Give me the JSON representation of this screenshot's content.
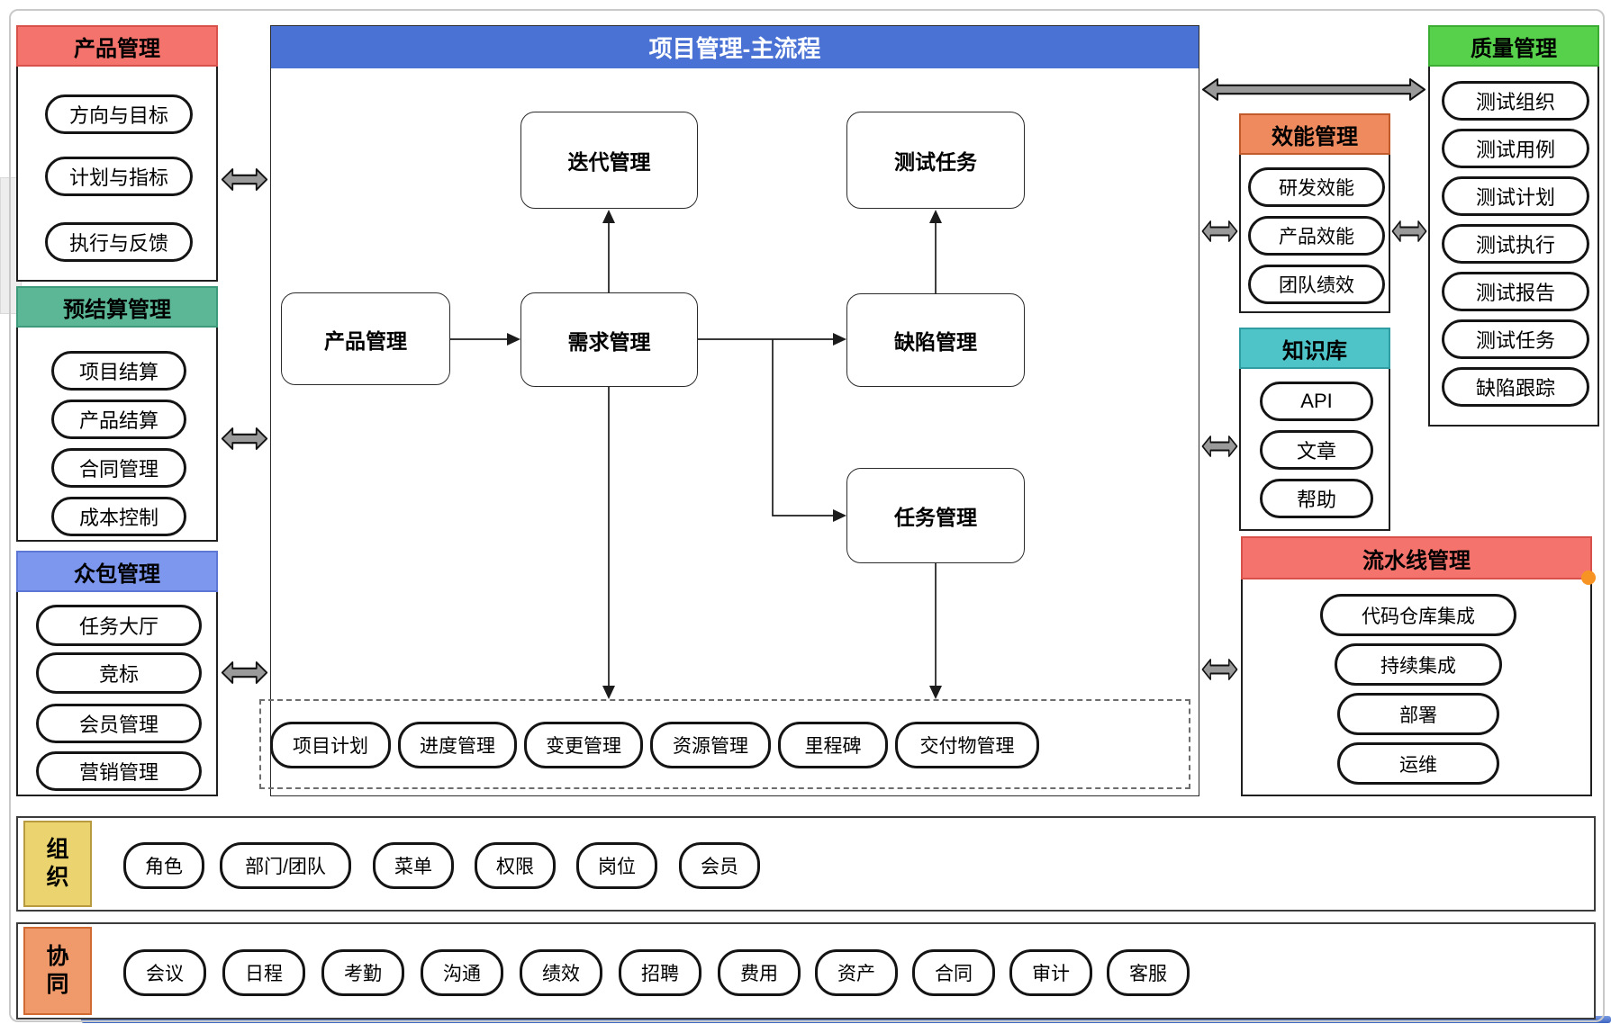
{
  "left_sections": [
    {
      "title": "产品管理",
      "color": "#f4736d",
      "items": [
        "方向与目标",
        "计划与指标",
        "执行与反馈"
      ]
    },
    {
      "title": "预结算管理",
      "color": "#5bb795",
      "items": [
        "项目结算",
        "产品结算",
        "合同管理",
        "成本控制"
      ]
    },
    {
      "title": "众包管理",
      "color": "#7d96ee",
      "items": [
        "任务大厅",
        "竞标",
        "会员管理",
        "营销管理"
      ]
    }
  ],
  "flow": {
    "title": "项目管理-主流程",
    "title_bg": "#4a72d4",
    "nodes": [
      "产品管理",
      "需求管理",
      "迭代管理",
      "测试任务",
      "缺陷管理",
      "任务管理"
    ],
    "dashed": [
      "项目计划",
      "进度管理",
      "变更管理",
      "资源管理",
      "里程碑",
      "交付物管理"
    ]
  },
  "right_sections": [
    {
      "title": "效能管理",
      "color": "#ee8a5e",
      "items": [
        "研发效能",
        "产品效能",
        "团队绩效"
      ]
    },
    {
      "title": "知识库",
      "color": "#4fc4c8",
      "items": [
        "API",
        "文章",
        "帮助"
      ]
    },
    {
      "title": "流水线管理",
      "color": "#f4736d",
      "items": [
        "代码仓库集成",
        "持续集成",
        "部署",
        "运维"
      ]
    },
    {
      "title": "质量管理",
      "color": "#57d14b",
      "items": [
        "测试组织",
        "测试用例",
        "测试计划",
        "测试执行",
        "测试报告",
        "测试任务",
        "缺陷跟踪"
      ]
    }
  ],
  "bottom_rows": [
    {
      "label": "组\n织",
      "color": "#ebd36f",
      "items": [
        "角色",
        "部门/团队",
        "菜单",
        "权限",
        "岗位",
        "会员"
      ]
    },
    {
      "label": "协\n同",
      "color": "#f09a6b",
      "items": [
        "会议",
        "日程",
        "考勤",
        "沟通",
        "绩效",
        "招聘",
        "费用",
        "资产",
        "合同",
        "审计",
        "客服"
      ]
    }
  ],
  "decor": {
    "connector_gray": "#9a9a9a",
    "status_dot_orange": "#f79322"
  }
}
